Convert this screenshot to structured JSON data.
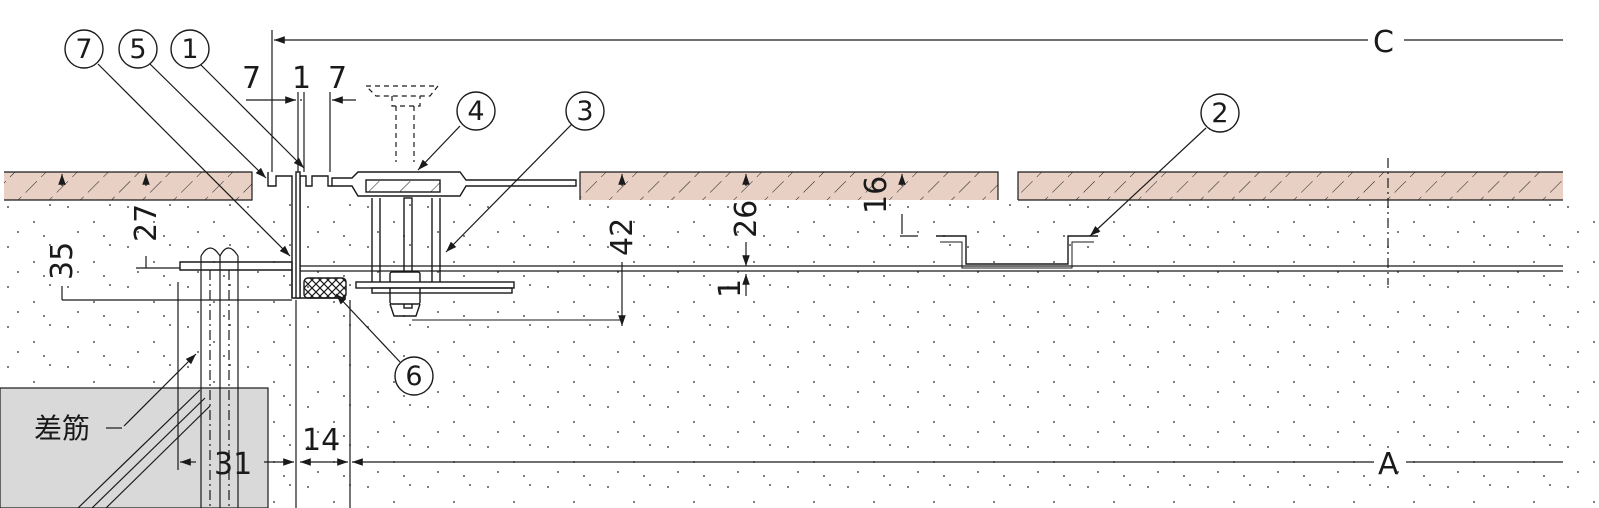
{
  "callouts": [
    "7",
    "5",
    "1",
    "4",
    "3",
    "2",
    "6"
  ],
  "dimensions": {
    "top_7a": "7",
    "top_1": "1",
    "top_7b": "7",
    "d35": "35",
    "d27": "27",
    "d42": "42",
    "d26": "26",
    "d16": "16",
    "d1": "1",
    "d14": "14",
    "d31": "31"
  },
  "refs": {
    "c": "C",
    "a": "A"
  },
  "rebar_label": "差筋",
  "colors": {
    "finish": "#e8d0c4",
    "concrete": "#ffffff",
    "base": "#d9d9d9",
    "line": "#1a1a1a",
    "cushion": "#3a3a3a"
  }
}
